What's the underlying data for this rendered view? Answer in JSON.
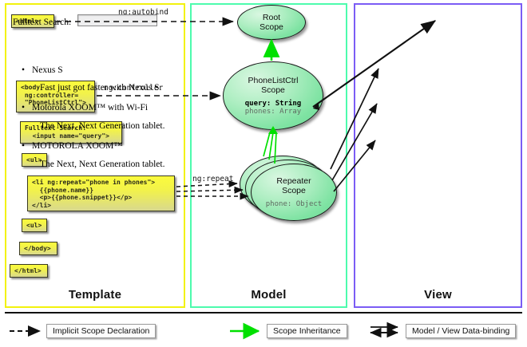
{
  "panels": [
    {
      "key": "template",
      "title": "Template",
      "accent": "#f2f20d"
    },
    {
      "key": "model",
      "title": "Model",
      "accent": "#4dfbad"
    },
    {
      "key": "view",
      "title": "View",
      "accent": "#7b5cf5"
    }
  ],
  "template": {
    "title": "Template",
    "boxes": [
      {
        "name": "html-open-box",
        "text": "<html>"
      },
      {
        "name": "body-controller-box",
        "text": "<body\n ng:controller=\n \"PhoneListCtrl\">"
      },
      {
        "name": "fulltext-search-box",
        "text": "Fulltext Search:\n  <input name=\"query\">"
      },
      {
        "name": "ul-open-box",
        "text": "<ul>"
      },
      {
        "name": "li-repeat-box",
        "text": "<li ng:repeat=\"phone in phones\">\n  {{phone.name}}\n  <p>{{phone.snippet}}</p>\n</li>"
      },
      {
        "name": "ul-close-box",
        "text": "<ul>"
      },
      {
        "name": "body-close-box",
        "text": "</body>"
      },
      {
        "name": "html-close-box",
        "text": "</html>"
      }
    ]
  },
  "model": {
    "title": "Model",
    "scopes": [
      {
        "name": "root-scope",
        "title": "Root\nScope",
        "line1": "Root",
        "line2": "Scope",
        "props": []
      },
      {
        "name": "phonelistctrl-scope",
        "line1": "PhoneListCtrl",
        "line2": "Scope",
        "props": [
          {
            "text": "query: String",
            "style": "strong"
          },
          {
            "text": "phones: Array",
            "style": "dim"
          }
        ]
      },
      {
        "name": "repeater-scope",
        "line1": "Repeater",
        "line2": "Scope",
        "props": [
          {
            "text": "phone: Object",
            "style": "dim"
          }
        ]
      }
    ],
    "edge_labels": [
      {
        "name": "ng-autobind-label",
        "text": "ng:autobind"
      },
      {
        "name": "ng-controller-label",
        "text": "ng:controller"
      },
      {
        "name": "ng-repeat-label",
        "text": "ng:repeat"
      }
    ]
  },
  "view": {
    "title": "View",
    "search_label": "Fulltext Search:",
    "search_value": "",
    "search_placeholder": "",
    "items": [
      {
        "name": "Nexus S",
        "snippet": "Fast just got faster with Nexus S."
      },
      {
        "name": "Motorola XOOM™  with Wi-Fi",
        "snippet": "The Next, Next Generation tablet."
      },
      {
        "name": "MOTOROLA XOOM™",
        "snippet": "The Next, Next Generation tablet."
      }
    ]
  },
  "legend": [
    {
      "name": "legend-implicit-scope-declaration",
      "label": "Implicit Scope Declaration",
      "arrow": "dashed-black"
    },
    {
      "name": "legend-scope-inheritance",
      "label": "Scope Inheritance",
      "arrow": "solid-green"
    },
    {
      "name": "legend-model-view-data-binding",
      "label": "Model / View Data-binding",
      "arrow": "double-black"
    }
  ],
  "colors": {
    "template_accent": "#f2f20d",
    "model_accent": "#4dfbad",
    "view_accent": "#7b5cf5",
    "scope_green": "#7fe3a3",
    "code_yellow": "#f2f24a",
    "inheritance_green": "#00f000",
    "connector_black": "#111111"
  }
}
